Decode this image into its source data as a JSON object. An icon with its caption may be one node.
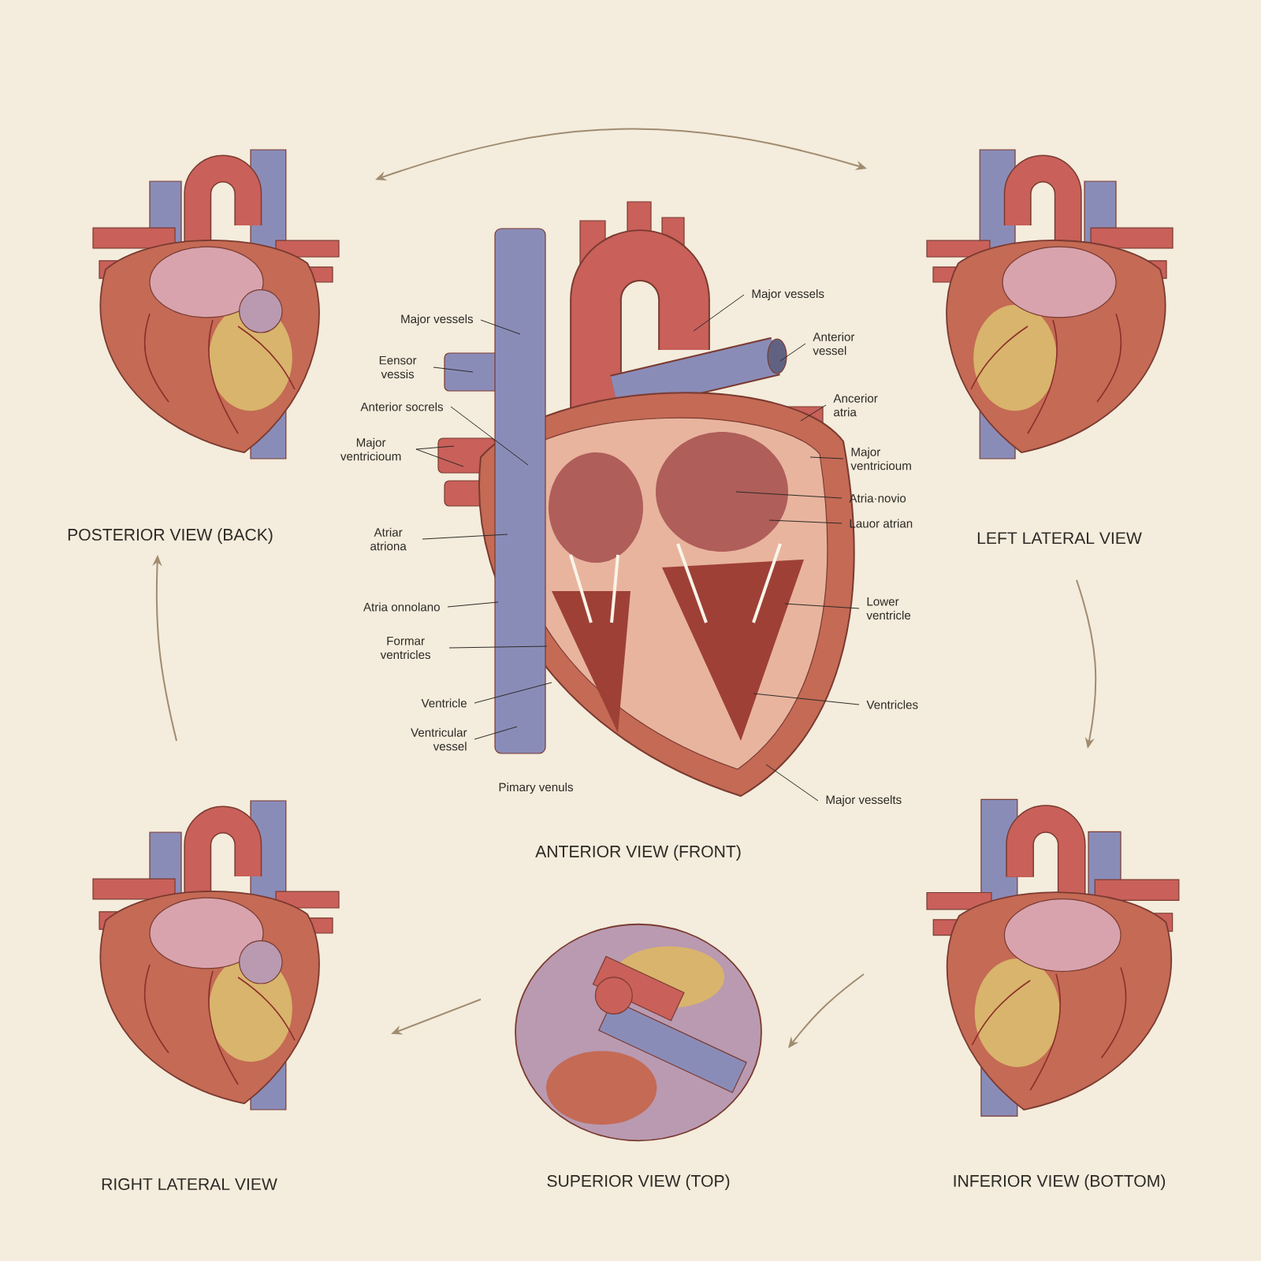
{
  "diagram": {
    "nodes": [
      {
        "text": [
          "POSTERIOR VIEW (BACK)"
        ]
      },
      {
        "text": [
          "ANTERIOR VIEW (FRONT)"
        ]
      },
      {
        "text": [
          "LEFT LATERAL VIEW"
        ]
      },
      {
        "text": [
          "RIGHT LATERAL VIEW"
        ]
      },
      {
        "text": [
          "SUPERIOR VIEW (TOP)"
        ]
      },
      {
        "text": [
          "INFERIOR VIEW (BOTTOM)"
        ]
      },
      {
        "text": [
          "Major vessels"
        ]
      },
      {
        "text": [
          "Eensor vessis"
        ]
      },
      {
        "text": [
          "Anterior socrels"
        ]
      },
      {
        "text": [
          "Major ventricioum"
        ]
      },
      {
        "text": [
          "Atriar atriona"
        ]
      },
      {
        "text": [
          "Atria onnolano"
        ]
      },
      {
        "text": [
          "Formar ventricles"
        ]
      },
      {
        "text": [
          "Ventricle"
        ]
      },
      {
        "text": [
          "Ventricular vessel"
        ]
      },
      {
        "text": [
          "Major vessels"
        ]
      },
      {
        "text": [
          "Anterior vessel"
        ]
      },
      {
        "text": [
          "Ancerior atria"
        ]
      },
      {
        "text": [
          "Major ventricioum"
        ]
      },
      {
        "text": [
          "Atria·novio"
        ]
      },
      {
        "text": [
          "Lauor atrian"
        ]
      },
      {
        "text": [
          "Lower ventricle"
        ]
      },
      {
        "text": [
          "Ventricles"
        ]
      },
      {
        "text": [
          "Major vesselts"
        ]
      }
    ],
    "edges": [
      {
        "from": 0,
        "to": 2,
        "arrow": "both",
        "color": "#a08c70"
      },
      {
        "from": 2,
        "to": 5,
        "arrow": "to",
        "color": "#a08c70"
      },
      {
        "from": 5,
        "to": 4,
        "arrow": "to",
        "color": "#a08c70"
      },
      {
        "from": 4,
        "to": 3,
        "arrow": "to",
        "color": "#a08c70"
      },
      {
        "from": 3,
        "to": 0,
        "arrow": "to",
        "color": "#a08c70"
      },
      {
        "from": 6,
        "to": 1,
        "arrow": "none"
      },
      {
        "from": 7,
        "to": 1,
        "arrow": "none"
      },
      {
        "from": 8,
        "to": 1,
        "arrow": "none"
      },
      {
        "from": 9,
        "to": 1,
        "arrow": "none"
      },
      {
        "from": 9,
        "to": 1,
        "arrow": "none"
      },
      {
        "from": 10,
        "to": 1,
        "arrow": "none"
      },
      {
        "from": 11,
        "to": 1,
        "arrow": "none"
      },
      {
        "from": 12,
        "to": 1,
        "arrow": "none"
      },
      {
        "from": 13,
        "to": 1,
        "arrow": "none"
      },
      {
        "from": 14,
        "to": 1,
        "arrow": "none"
      },
      {
        "from": 15,
        "to": 1,
        "arrow": "none"
      },
      {
        "from": 16,
        "to": 1,
        "arrow": "none"
      },
      {
        "from": 17,
        "to": 1,
        "arrow": "none"
      },
      {
        "from": 18,
        "to": 1,
        "arrow": "none"
      },
      {
        "from": 19,
        "to": 1,
        "arrow": "none"
      },
      {
        "from": 20,
        "to": 1,
        "arrow": "none"
      },
      {
        "from": 21,
        "to": 1,
        "arrow": "none"
      },
      {
        "from": 22,
        "to": 1,
        "arrow": "none"
      },
      {
        "from": 23,
        "to": 1,
        "arrow": "none"
      }
    ],
    "labels": [
      "Pimary venuls"
    ]
  }
}
